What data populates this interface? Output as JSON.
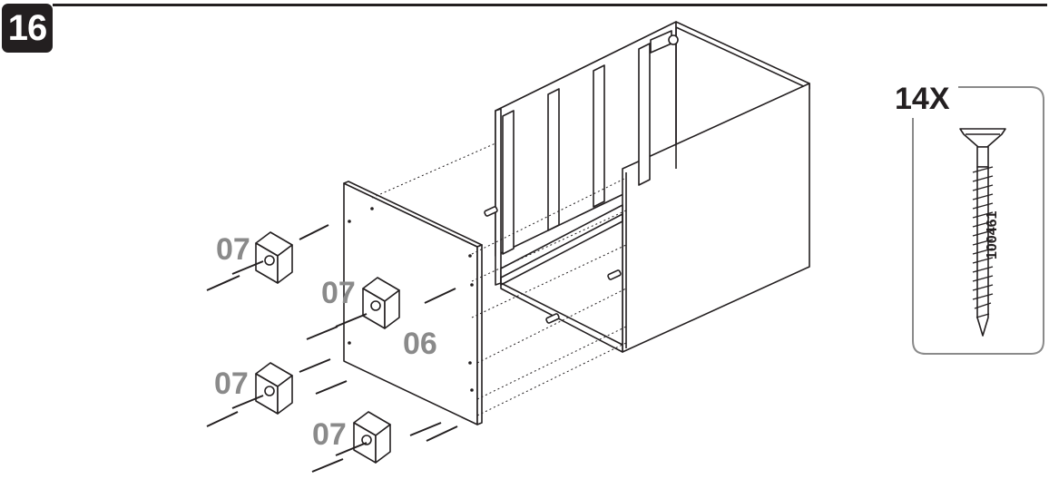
{
  "step": {
    "number": "16"
  },
  "parts": {
    "panel_label": "06",
    "block_label": "07"
  },
  "hardware": {
    "quantity": "14X",
    "code": "100461",
    "icon": "screw-icon"
  },
  "colors": {
    "ink": "#231f20",
    "label_grey": "#8a8a8a"
  }
}
